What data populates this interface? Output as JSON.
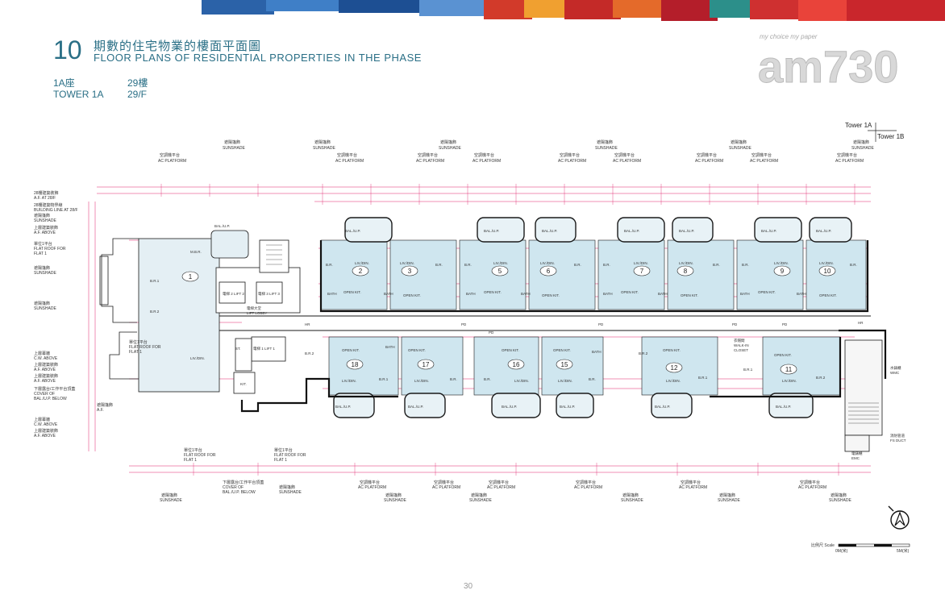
{
  "section": {
    "number": "10",
    "title_zh": "期數的住宅物業的樓面平面圖",
    "title_en": "FLOOR PLANS OF RESIDENTIAL PROPERTIES IN THE PHASE"
  },
  "tower": {
    "zh": "1A座",
    "en": "TOWER 1A"
  },
  "floor": {
    "zh": "29樓",
    "en": "29/F"
  },
  "logo": {
    "tagline": "my choice my paper",
    "mark": "am730"
  },
  "direction": {
    "a": "Tower 1A",
    "b": "Tower 1B"
  },
  "flats_top": [
    "2",
    "3",
    "5",
    "6",
    "7",
    "8",
    "9",
    "10"
  ],
  "flats_bottom": [
    "18",
    "17",
    "16",
    "15",
    "12",
    "11"
  ],
  "flat_1": "1",
  "labels": {
    "sunshade_zh": "遮陽篷飾",
    "sunshade_en": "SUNSHADE",
    "ac_platform_zh": "空調機平台",
    "ac_platform_en": "AC PLATFORM",
    "af": "A.F.",
    "af_28f_zh": "28樓建築裝飾",
    "af_28f_en": "A.F. AT 28/F",
    "bl_28f_zh": "28樓建築物界線",
    "bl_28f_en": "BUILDING LINE AT 28/F",
    "af_above_zh": "上層建築裝飾",
    "af_above_en": "A.F. ABOVE",
    "flat_roof_zh": "單位1平台",
    "flat_roof_en1": "FLAT ROOF FOR",
    "flat_roof_en2": "FLAT 1",
    "cw_above_zh": "上層幕牆",
    "cw_above_en": "C.W. ABOVE",
    "cover_zh": "下層露台/工作平台頂蓋",
    "cover_en1": "COVER OF",
    "cover_en2": "BAL./U.P. BELOW",
    "lift_lobby_zh": "電梯大堂",
    "lift_lobby_en": "LIFT LOBBY",
    "lift1": "電梯 1 LIFT 1",
    "lift2": "電梯 2 LIFT 2",
    "lift3": "電梯 3 LIFT 3",
    "walkin_zh": "衣帽間",
    "walkin_en1": "WALK-IN",
    "walkin_en2": "CLOSET",
    "wmc_zh": "水錶櫃",
    "wmc_en": "WMC",
    "fs_duct_zh": "消防管道",
    "fs_duct_en": "FS DUCT",
    "emc_zh": "電錶櫃",
    "emc_en": "EMC",
    "hr": "HR",
    "pd": "PD",
    "bath": "BATH",
    "open_kit": "OPEN KIT.",
    "liv_din": "LIV./DIN.",
    "br1": "B.R.1",
    "br2": "B.R.2",
    "br": "B.R.",
    "bal_up": "BAL./U.P.",
    "mbr": "M.B.R.",
    "st": "ST.",
    "kit": "KIT.",
    "scale": "比例尺 Scale",
    "scale_0": "0M(米)",
    "scale_5": "5M(米)"
  },
  "page_number": "30",
  "colors": {
    "accent": "#2a6f86",
    "dimension": "#e0206a",
    "unit_fill": "#cfe6ef"
  }
}
